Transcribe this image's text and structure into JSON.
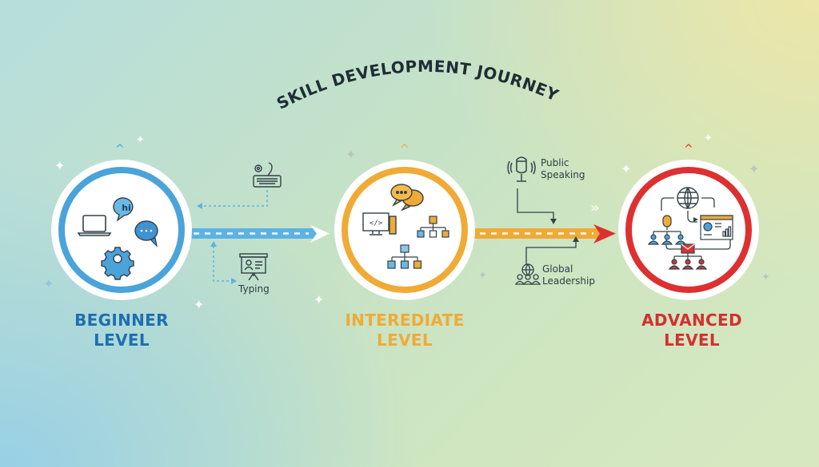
{
  "title": "SKILL DEVELOPMENT JOURNEY",
  "colors": {
    "beginner": "#4aa3d9",
    "beginner_text": "#1e6fb0",
    "intermediate": "#f0aa36",
    "intermediate_text": "#f0aa36",
    "advanced": "#dd3030",
    "advanced_text": "#d33030",
    "title_text": "#1f2d36",
    "icon_stroke": "#33414a"
  },
  "levels": [
    {
      "id": "beginner",
      "line1": "BEGINNER",
      "line2": "LEVEL",
      "icons": [
        "laptop-icon",
        "hi-chat-bubble-icon",
        "typing-chat-bubble-icon",
        "gear-icon"
      ]
    },
    {
      "id": "intermediate",
      "line1": "INTEREDIATE",
      "line2": "LEVEL",
      "icons": [
        "chat-bubbles-icon",
        "code-computer-icon",
        "org-chart-icon",
        "hierarchy-icon"
      ]
    },
    {
      "id": "advanced",
      "line1": "ADVANCED",
      "line2": "LEVEL",
      "icons": [
        "globe-icon",
        "microphone-team-icon",
        "dashboard-window-icon",
        "email-team-icon"
      ]
    }
  ],
  "connectors": {
    "beginner_to_intermediate": {
      "top_skill": {
        "label": "",
        "icon": "keyboard-gear-icon"
      },
      "bottom_skill": {
        "label": "Typing",
        "icon": "presentation-board-icon"
      }
    },
    "intermediate_to_advanced": {
      "top_skill": {
        "label_line1": "Public",
        "label_line2": "Speaking",
        "icon": "microphone-icon"
      },
      "bottom_skill": {
        "label_line1": "Global",
        "label_line2": "Leadership",
        "icon": "global-team-icon"
      }
    }
  }
}
